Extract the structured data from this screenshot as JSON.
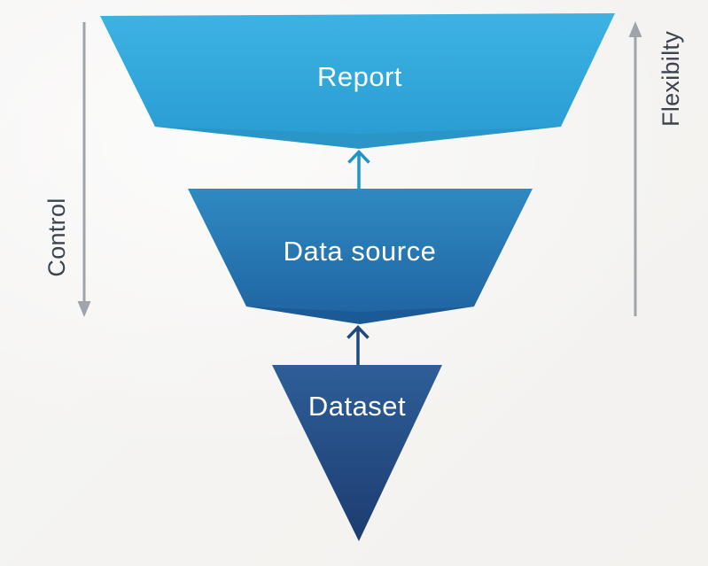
{
  "diagram": {
    "layers": [
      {
        "label": "Report",
        "label_color": "#FFFFFF",
        "color_top": "#3DB2E3",
        "color_bottom": "#2A9ED3",
        "fold_color": "#2A96C8"
      },
      {
        "label": "Data source",
        "label_color": "#FFFFFF",
        "color_top": "#2F8AC1",
        "color_bottom": "#2066A3",
        "fold_color": "#1A5B97"
      },
      {
        "label": "Dataset",
        "label_color": "#FFFFFF",
        "color_top": "#2E5E98",
        "color_bottom": "#1C3C70"
      }
    ],
    "connectors": [
      {
        "name": "arrow-datasource-to-report",
        "color": "#1E96C6"
      },
      {
        "name": "arrow-dataset-to-datasource",
        "color": "#1F4A80"
      }
    ],
    "side_axes": {
      "left": {
        "label": "Control",
        "text_color": "#3A434E",
        "arrow_color": "#9EA4AA"
      },
      "right": {
        "label": "Flexibilty",
        "text_color": "#3A434E",
        "arrow_color": "#9EA4AA"
      }
    }
  }
}
